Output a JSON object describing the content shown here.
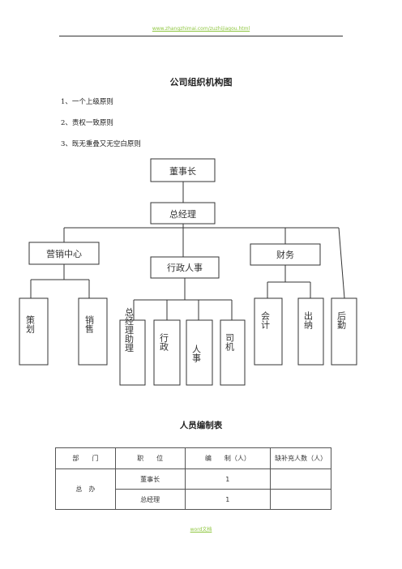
{
  "header": {
    "link_text": "www.zhangzhimai.com/zuzhijiagou.html"
  },
  "document": {
    "title": "公司组织机构图",
    "principles": [
      "1、一个上级原则",
      "2、责权一致原则",
      "3、既无重叠又无空白原则"
    ]
  },
  "org_chart": {
    "root": "董事长",
    "level2": "总经理",
    "departments": {
      "marketing": "营销中心",
      "admin": "行政人事",
      "finance": "财务"
    },
    "units": {
      "planning": "策划",
      "sales": "销售",
      "gm_assistant": "总经理助理",
      "administration": "行政",
      "hr": "人事",
      "driver": "司机",
      "accounting": "会计",
      "cashier": "出纳",
      "logistics": "后勤"
    }
  },
  "staffing_table": {
    "title": "人员编制表",
    "headers": [
      "部　　门",
      "职　　位",
      "编　　制（人）",
      "缺补充人数（人）"
    ],
    "rows": [
      {
        "department": "总　办",
        "position": "董事长",
        "count": "1",
        "shortage": ""
      },
      {
        "department": "",
        "position": "总经理",
        "count": "1",
        "shortage": ""
      }
    ]
  },
  "footer": {
    "link_text": "word文档"
  }
}
